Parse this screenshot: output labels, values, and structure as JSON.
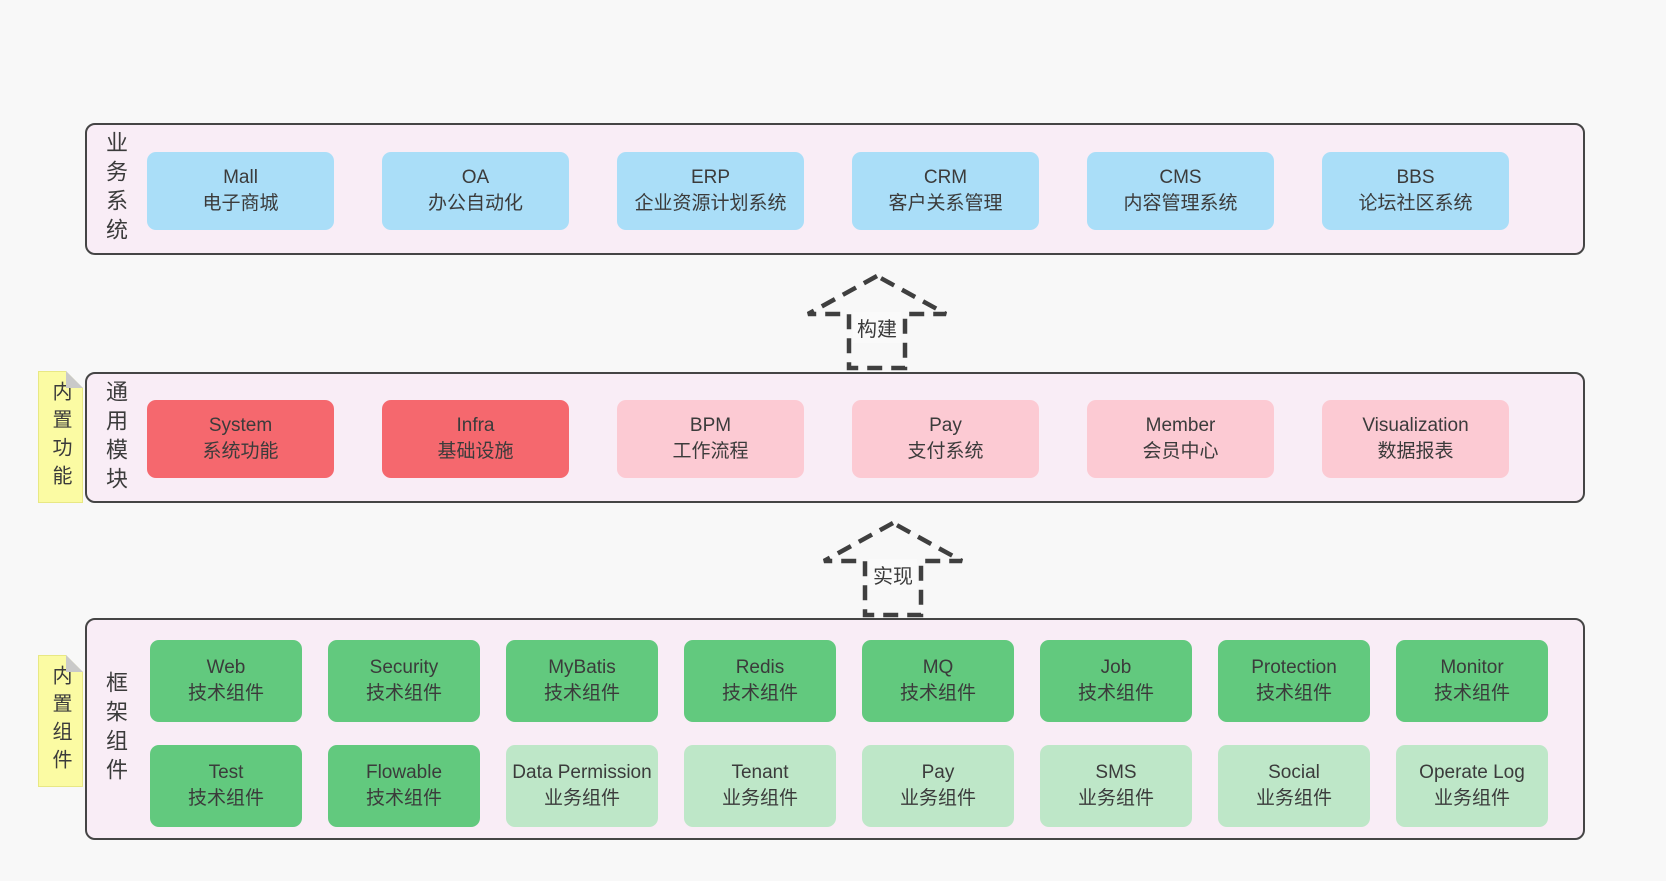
{
  "colors": {
    "page_bg": "#f8f8f8",
    "container_bg": "#f9edf6",
    "container_border": "#454545",
    "blue_box": "#aadef8",
    "red_box": "#f5686e",
    "pink_box": "#fccad3",
    "green_box": "#62c97e",
    "light_green_box": "#bee7c8",
    "sticky_bg": "#fbfba3",
    "sticky_fold": "#c9c9c9",
    "text": "#3b3b3b"
  },
  "business_layer": {
    "label": "业务系统",
    "boxes": [
      {
        "title": "Mall",
        "subtitle": "电子商城"
      },
      {
        "title": "OA",
        "subtitle": "办公自动化"
      },
      {
        "title": "ERP",
        "subtitle": "企业资源计划系统"
      },
      {
        "title": "CRM",
        "subtitle": "客户关系管理"
      },
      {
        "title": "CMS",
        "subtitle": "内容管理系统"
      },
      {
        "title": "BBS",
        "subtitle": "论坛社区系统"
      }
    ]
  },
  "arrow_build": {
    "label": "构建"
  },
  "arrow_implement": {
    "label": "实现"
  },
  "module_layer": {
    "sticky": "内置功能",
    "label": "通用模块",
    "boxes": [
      {
        "title": "System",
        "subtitle": "系统功能"
      },
      {
        "title": "Infra",
        "subtitle": "基础设施"
      },
      {
        "title": "BPM",
        "subtitle": "工作流程"
      },
      {
        "title": "Pay",
        "subtitle": "支付系统"
      },
      {
        "title": "Member",
        "subtitle": "会员中心"
      },
      {
        "title": "Visualization",
        "subtitle": "数据报表"
      }
    ]
  },
  "component_layer": {
    "sticky": "内置组件",
    "label": "框架组件",
    "row1": [
      {
        "title": "Web",
        "subtitle": "技术组件"
      },
      {
        "title": "Security",
        "subtitle": "技术组件"
      },
      {
        "title": "MyBatis",
        "subtitle": "技术组件"
      },
      {
        "title": "Redis",
        "subtitle": "技术组件"
      },
      {
        "title": "MQ",
        "subtitle": "技术组件"
      },
      {
        "title": "Job",
        "subtitle": "技术组件"
      },
      {
        "title": "Protection",
        "subtitle": "技术组件"
      },
      {
        "title": "Monitor",
        "subtitle": "技术组件"
      }
    ],
    "row2": [
      {
        "title": "Test",
        "subtitle": "技术组件"
      },
      {
        "title": "Flowable",
        "subtitle": "技术组件"
      },
      {
        "title": "Data Permission",
        "subtitle": "业务组件"
      },
      {
        "title": "Tenant",
        "subtitle": "业务组件"
      },
      {
        "title": "Pay",
        "subtitle": "业务组件"
      },
      {
        "title": "SMS",
        "subtitle": "业务组件"
      },
      {
        "title": "Social",
        "subtitle": "业务组件"
      },
      {
        "title": "Operate Log",
        "subtitle": "业务组件"
      }
    ]
  }
}
